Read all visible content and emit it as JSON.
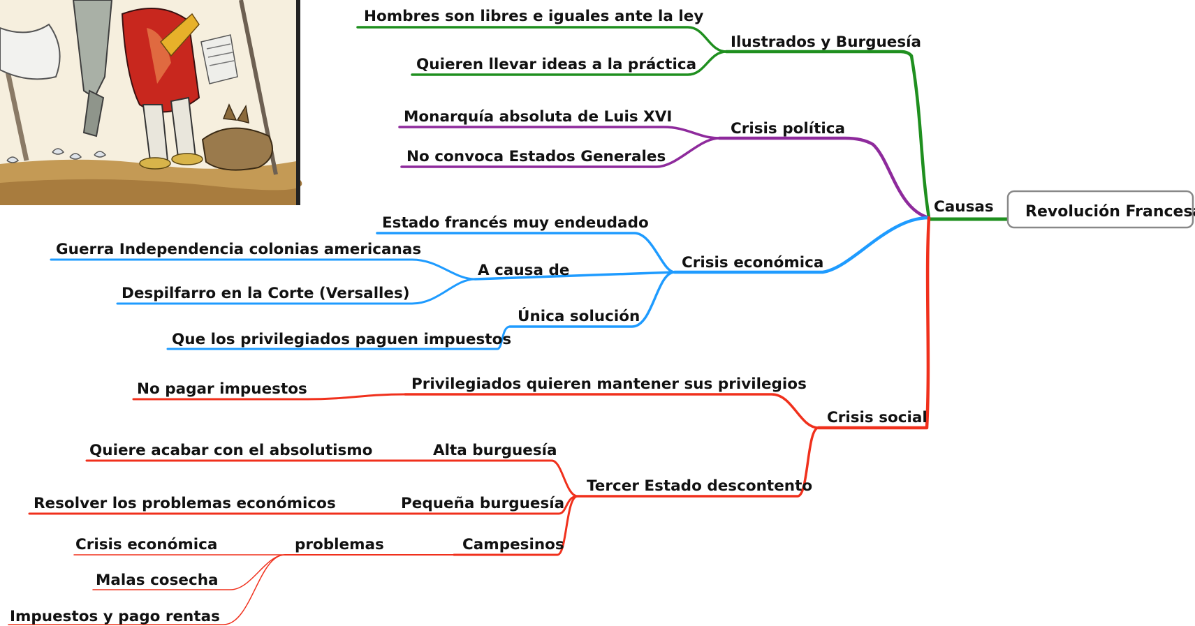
{
  "colors": {
    "green": "#1f8f1f",
    "purple": "#8e2a9c",
    "blue": "#1e9bff",
    "red": "#f0301c",
    "root_border": "#888888"
  },
  "picture": {
    "description_icon": "illustration-icon"
  },
  "mindmap": {
    "root": "Revolución Francesa",
    "causas": "Causas",
    "ilustrados": {
      "label": "Ilustrados y Burguesía",
      "items": [
        "Hombres son libres e iguales ante la ley",
        "Quieren llevar ideas a la práctica"
      ]
    },
    "politica": {
      "label": "Crisis política",
      "items": [
        "Monarquía absoluta de Luis XVI",
        "No convoca Estados Generales"
      ]
    },
    "economica": {
      "label": "Crisis económica",
      "endeudado": "Estado francés muy endeudado",
      "a_causa_de": "A causa de",
      "causes": [
        "Guerra Independencia colonias americanas",
        "Despilfarro en la Corte (Versalles)"
      ],
      "unica_solucion": "Única solución",
      "solucion": "Que los privilegiados paguen impuestos"
    },
    "social": {
      "label": "Crisis social",
      "privilegiados": "Privilegiados quieren mantener sus privilegios",
      "no_pagar": "No pagar impuestos",
      "tercer_estado": "Tercer Estado descontento",
      "alta": "Alta burguesía",
      "alta_item": "Quiere acabar con el absolutismo",
      "pequena": "Pequeña burguesía",
      "pequena_item": "Resolver los problemas económicos",
      "campesinos": "Campesinos",
      "problemas": "problemas",
      "problemas_items": [
        "Crisis económica",
        "Malas cosecha",
        "Impuestos y pago rentas"
      ]
    }
  }
}
